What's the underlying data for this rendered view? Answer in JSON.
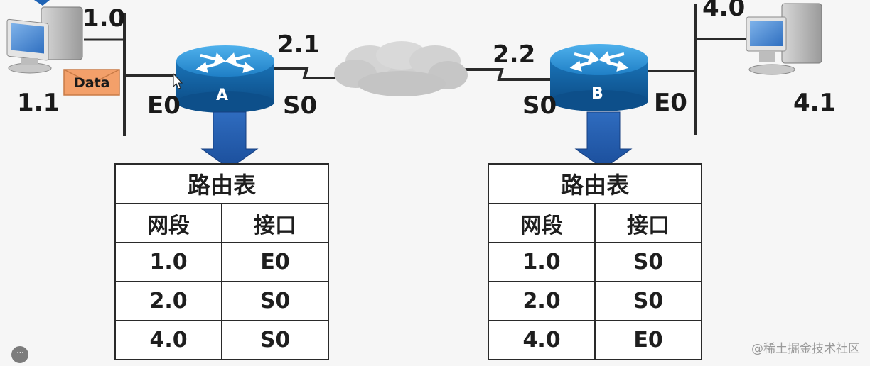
{
  "left": {
    "pc_network": "1.0",
    "pc_address": "1.1",
    "packet_label": "Data",
    "router_name": "A",
    "e0_label": "E0",
    "s0_label": "S0",
    "serial_address": "2.1"
  },
  "right": {
    "pc_network": "4.0",
    "pc_address": "4.1",
    "router_name": "B",
    "e0_label": "E0",
    "s0_label": "S0",
    "serial_address": "2.2"
  },
  "table_a": {
    "title": "路由表",
    "headers": [
      "网段",
      "接口"
    ],
    "rows": [
      [
        "1.0",
        "E0"
      ],
      [
        "2.0",
        "S0"
      ],
      [
        "4.0",
        "S0"
      ]
    ]
  },
  "table_b": {
    "title": "路由表",
    "headers": [
      "网段",
      "接口"
    ],
    "rows": [
      [
        "1.0",
        "S0"
      ],
      [
        "2.0",
        "S0"
      ],
      [
        "4.0",
        "E0"
      ]
    ]
  },
  "watermark": "@稀土掘金技术社区",
  "more_button": "···",
  "colors": {
    "router_blue": "#1e7ec4",
    "arrow_blue": "#1f5aa8",
    "cloud_gray": "#c9c9c9",
    "packet_orange": "#f3a06a"
  }
}
